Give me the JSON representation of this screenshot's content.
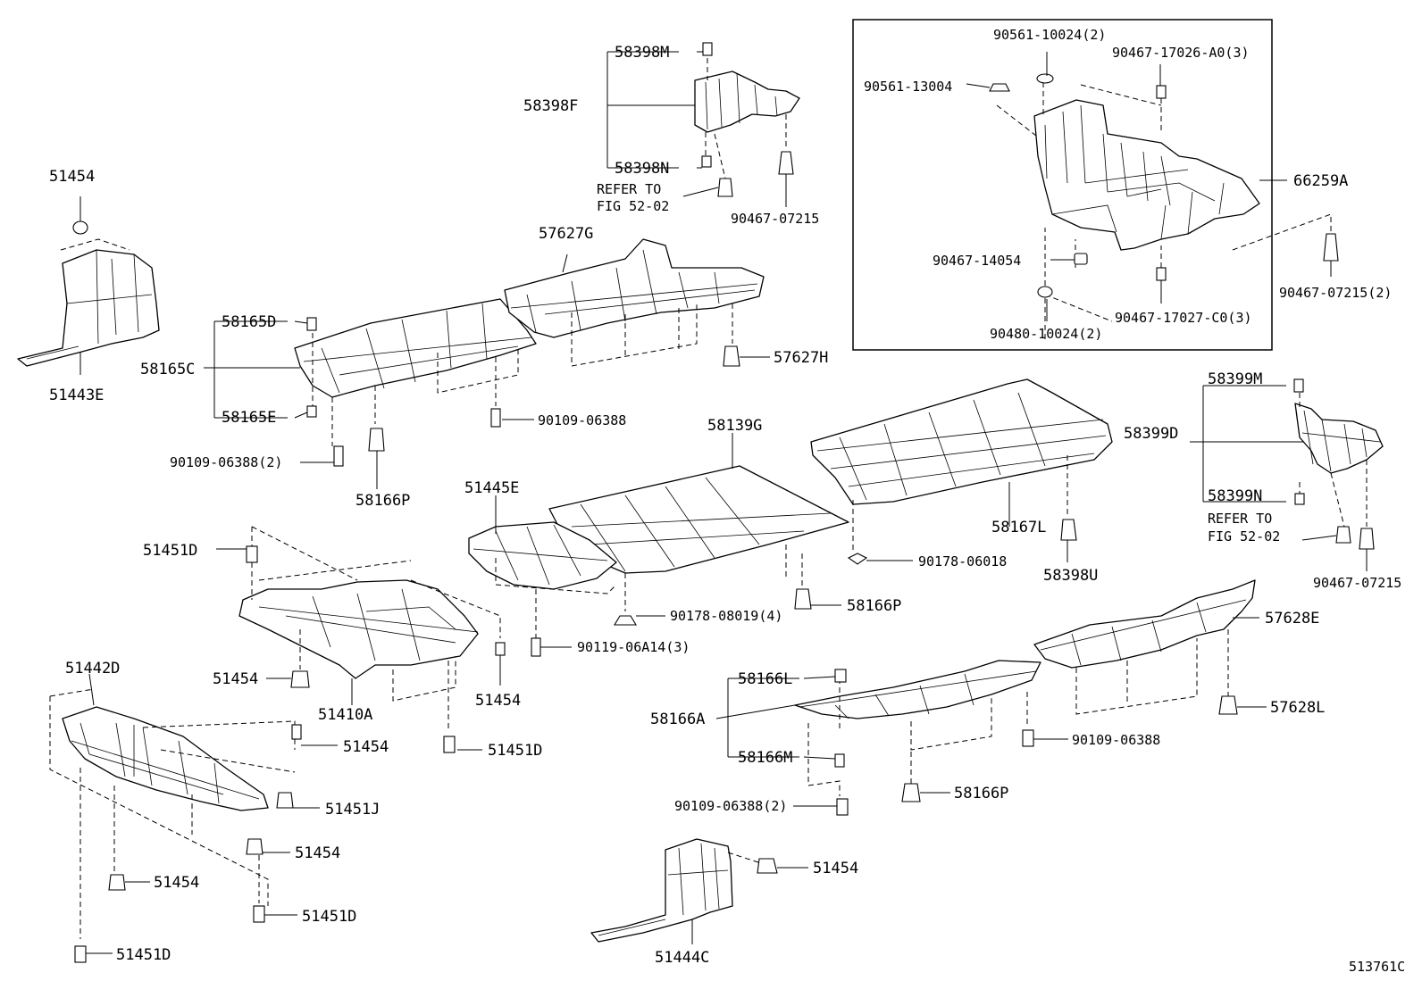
{
  "figure_code": "513761C",
  "labels": {
    "p51454_a": "51454",
    "p51443E": "51443E",
    "p58398M": "58398M",
    "p58398F": "58398F",
    "p58398N": "58398N",
    "refer1_line1": "REFER TO",
    "refer1_line2": "FIG 52-02",
    "p90467_07215_a": "90467-07215",
    "p57627G": "57627G",
    "p57627H": "57627H",
    "p58165D": "58165D",
    "p58165C": "58165C",
    "p58165E": "58165E",
    "p90109_06388_a": "90109-06388",
    "p90109_06388_2a": "90109-06388(2)",
    "p58166P_a": "58166P",
    "p58139G": "58139G",
    "p51445E": "51445E",
    "p58167L": "58167L",
    "p58398U": "58398U",
    "p90178_06018": "90178-06018",
    "p51451D_a": "51451D",
    "p90178_08019": "90178-08019(4)",
    "p58166P_b": "58166P",
    "p90119_06A14": "90119-06A14(3)",
    "p51454_b": "51454",
    "p51410A": "51410A",
    "p51454_c": "51454",
    "p51451D_b": "51451D",
    "p51442D": "51442D",
    "p51454_d": "51454",
    "p51451J": "51451J",
    "p51454_e": "51454",
    "p51454_f": "51454",
    "p51451D_c": "51451D",
    "p51451D_d": "51451D",
    "p90561_10024": "90561-10024(2)",
    "p90467_17026": "90467-17026-A0(3)",
    "p90561_13004": "90561-13004",
    "p66259A": "66259A",
    "p90467_14054": "90467-14054",
    "p90467_07215_2": "90467-07215(2)",
    "p90467_17027": "90467-17027-C0(3)",
    "p90480_10024": "90480-10024(2)",
    "p58399M": "58399M",
    "p58399D": "58399D",
    "p58399N": "58399N",
    "refer2_line1": "REFER TO",
    "refer2_line2": "FIG 52-02",
    "p90467_07215_b": "90467-07215",
    "p57628E": "57628E",
    "p57628L": "57628L",
    "p58166L": "58166L",
    "p58166A": "58166A",
    "p58166M": "58166M",
    "p90109_06388_b": "90109-06388",
    "p58166P_c": "58166P",
    "p90109_06388_2b": "90109-06388(2)",
    "p51454_g": "51454",
    "p51444C": "51444C"
  }
}
